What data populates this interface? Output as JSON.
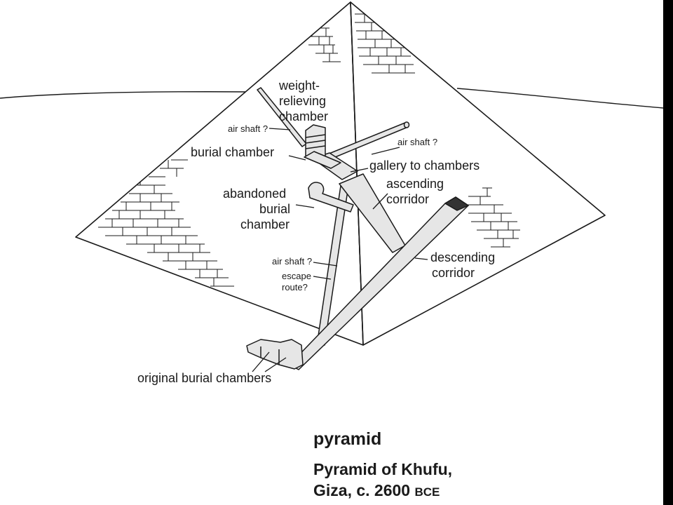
{
  "labels": {
    "weight_relieving_1": "weight-",
    "weight_relieving_2": "relieving",
    "weight_relieving_3": "chamber",
    "air_shaft_upper_left": "air shaft ?",
    "air_shaft_upper_right": "air shaft ?",
    "burial_chamber": "burial chamber",
    "gallery_to_chambers": "gallery to chambers",
    "ascending_corridor_1": "ascending",
    "ascending_corridor_2": "corridor",
    "abandoned_1": "abandoned",
    "abandoned_2": "burial",
    "abandoned_3": "chamber",
    "air_shaft_lower": "air shaft ?",
    "escape_route_1": "escape",
    "escape_route_2": "route?",
    "descending_corridor_1": "descending",
    "descending_corridor_2": "corridor",
    "original_burial_chambers": "original burial chambers"
  },
  "caption": {
    "term": "pyramid",
    "title_line1": "Pyramid of Khufu,",
    "title_line2_main": "Giza, c. 2600 ",
    "title_line2_era": "BCE"
  },
  "colors": {
    "background": "#ffffff",
    "frame": "#000000",
    "ink": "#1a1a1a",
    "passage_fill": "#e6e6e6"
  }
}
